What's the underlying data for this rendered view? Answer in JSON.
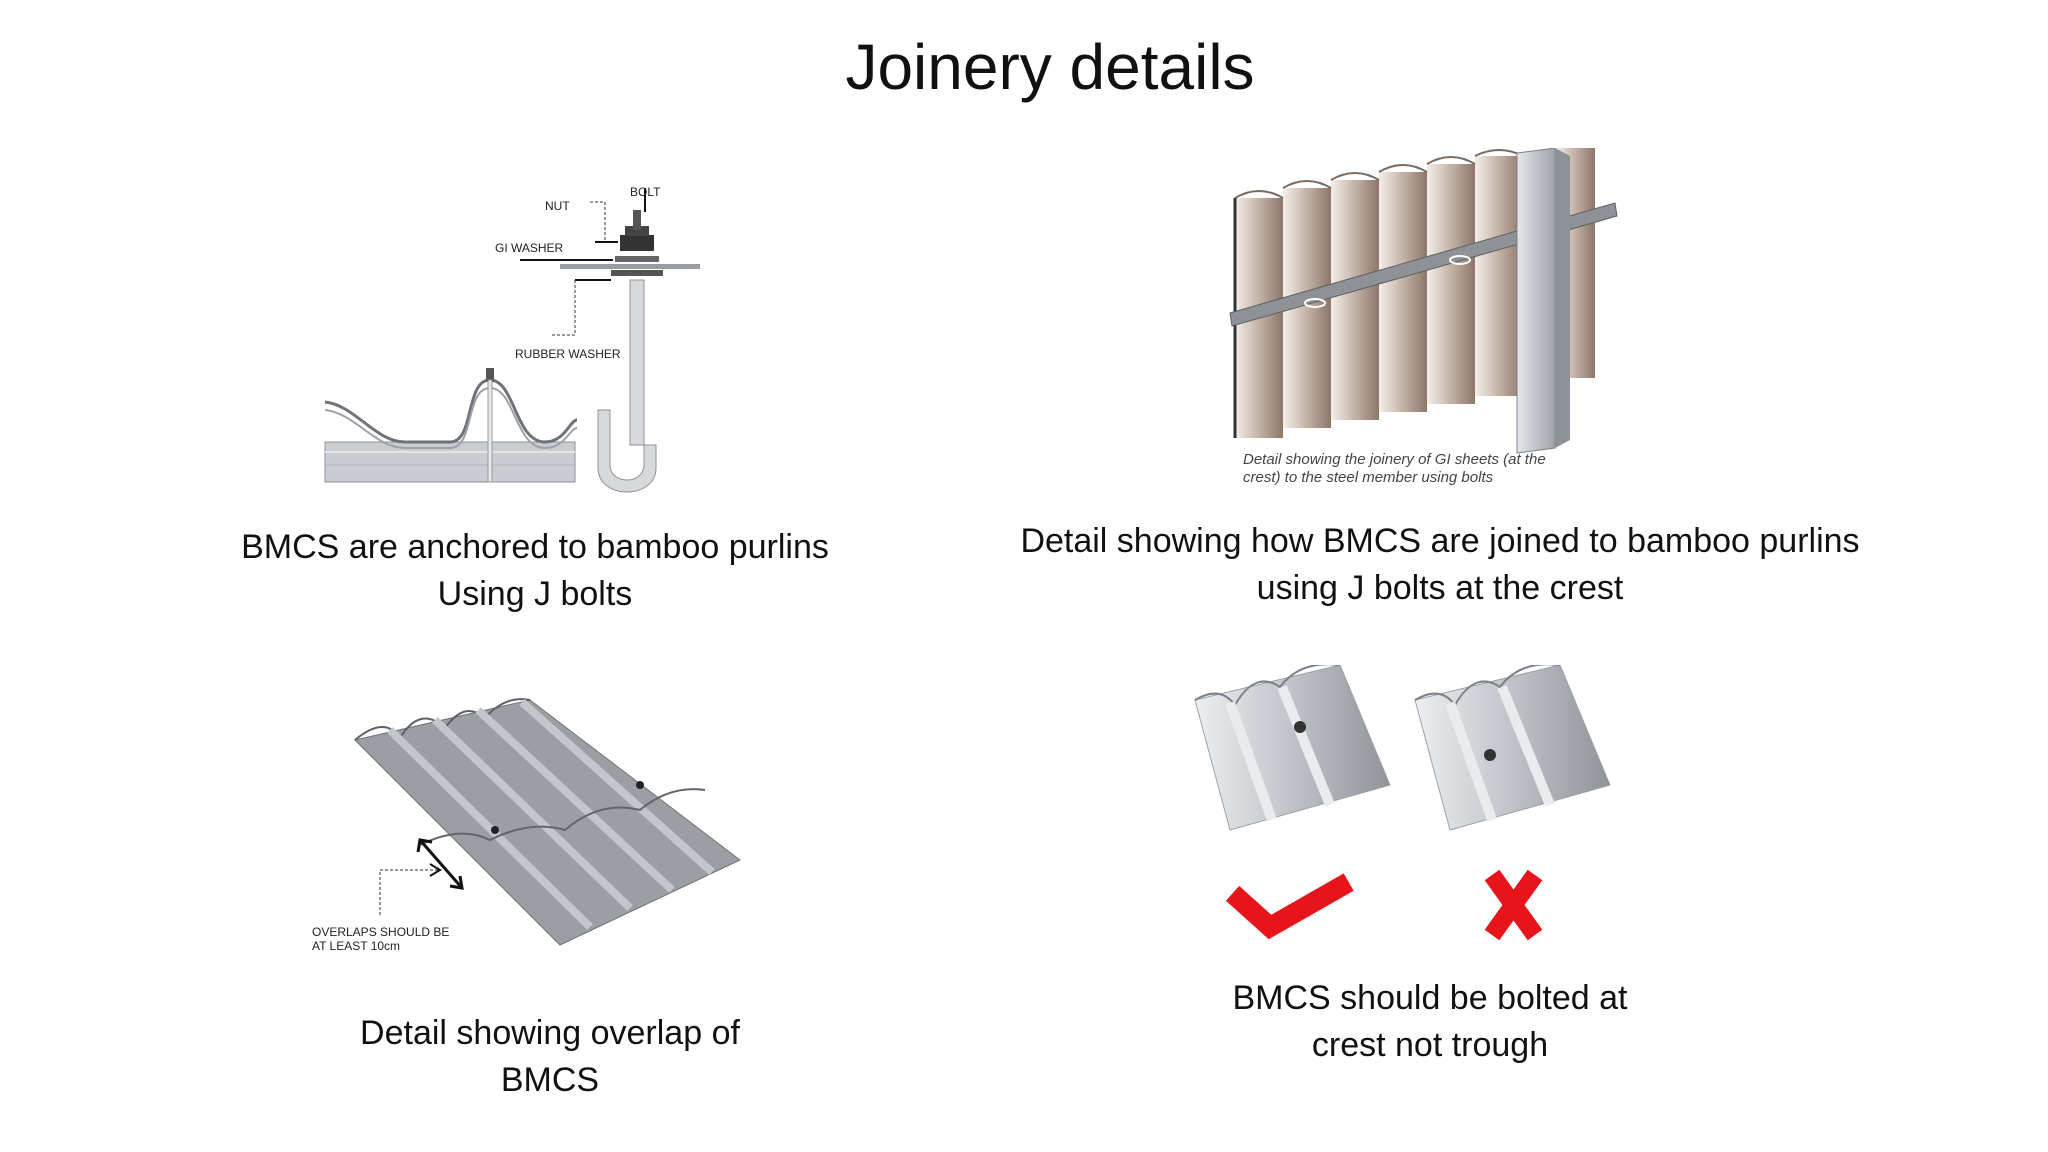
{
  "slide": {
    "title": "Joinery details"
  },
  "panels": [
    {
      "caption_lines": [
        "BMCS are anchored to bamboo purlins",
        "Using J bolts"
      ],
      "figure_labels": {
        "nut": "NUT",
        "bolt": "BOLT",
        "gi_washer": "GI WASHER",
        "rubber_washer": "RUBBER WASHER"
      }
    },
    {
      "caption_lines": [
        "Detail showing how BMCS are joined to bamboo purlins",
        "using J bolts at the crest"
      ],
      "figure_caption_lines": [
        "Detail showing the joinery of GI sheets (at the",
        "crest) to the steel member using bolts"
      ]
    },
    {
      "caption_lines": [
        "Detail showing overlap of",
        "BMCS"
      ],
      "figure_labels": {
        "overlap_line1": "OVERLAPS SHOULD BE",
        "overlap_line2": "AT LEAST 10cm"
      }
    },
    {
      "caption_lines": [
        "BMCS should be bolted at",
        "crest not trough"
      ],
      "marks": {
        "correct": "check-mark",
        "wrong": "cross-mark",
        "mark_color": "#e8141b"
      }
    }
  ]
}
